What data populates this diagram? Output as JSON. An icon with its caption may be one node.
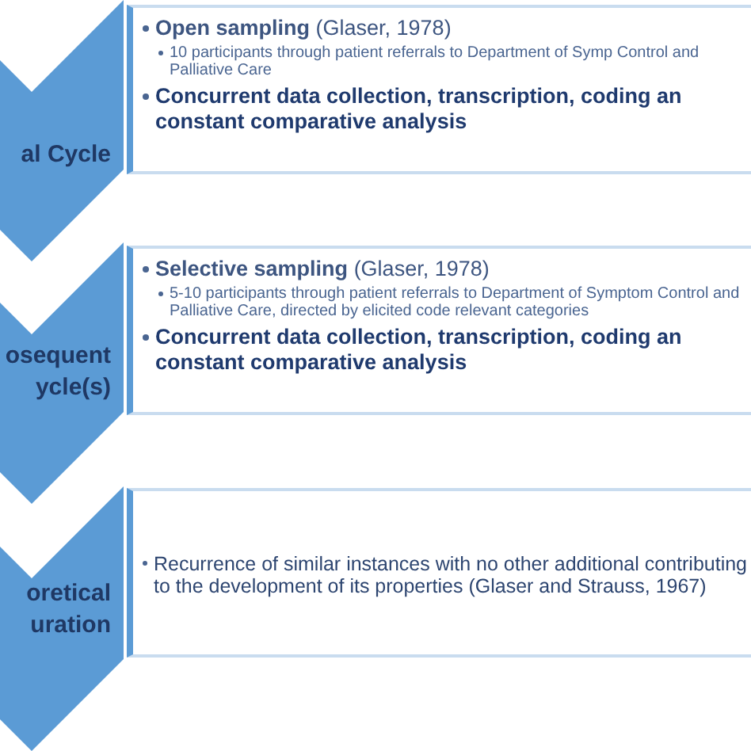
{
  "diagram": {
    "nodes": [
      {
        "text": [
          "al Cycle"
        ]
      },
      {
        "text": [
          "**Open sampling** (Glaser, 1978)",
          "10 participants through patient referrals to Department of Symp Control and Palliative Care",
          "Concurrent data collection, transcription, coding an constant comparative analysis"
        ]
      },
      {
        "text": [
          "osequent ycle(s)"
        ]
      },
      {
        "text": [
          "**Selective sampling** (Glaser, 1978)",
          "5-10 participants through patient referrals to Department of Symptom Control and Palliative Care, directed by elicited code relevant categories",
          "Concurrent data collection, transcription, coding an constant comparative analysis"
        ]
      },
      {
        "text": [
          "oretical uration"
        ]
      },
      {
        "text": [
          "Recurrence of similar instances with no other additional contributing to the development of its properties (Glaser and Strauss, 1967)"
        ]
      }
    ]
  }
}
